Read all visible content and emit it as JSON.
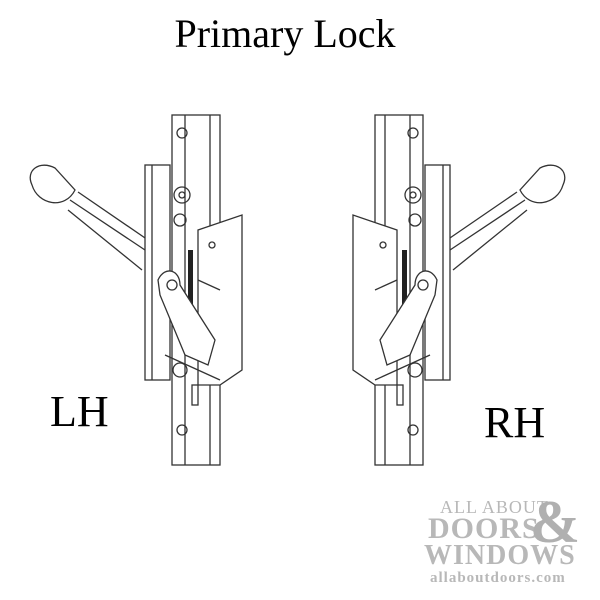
{
  "title": "Primary Lock",
  "labels": {
    "left": "LH",
    "right": "RH"
  },
  "illustrations": {
    "left": "left-hand primary lock with lever handle",
    "right": "right-hand primary lock with lever handle"
  },
  "watermark": {
    "line1": "ALL ABOUT",
    "line2": "DOORS",
    "ampersand": "&",
    "line3": "WINDOWS",
    "url": "allaboutdoors.com",
    "color": "#b8b8b8"
  }
}
